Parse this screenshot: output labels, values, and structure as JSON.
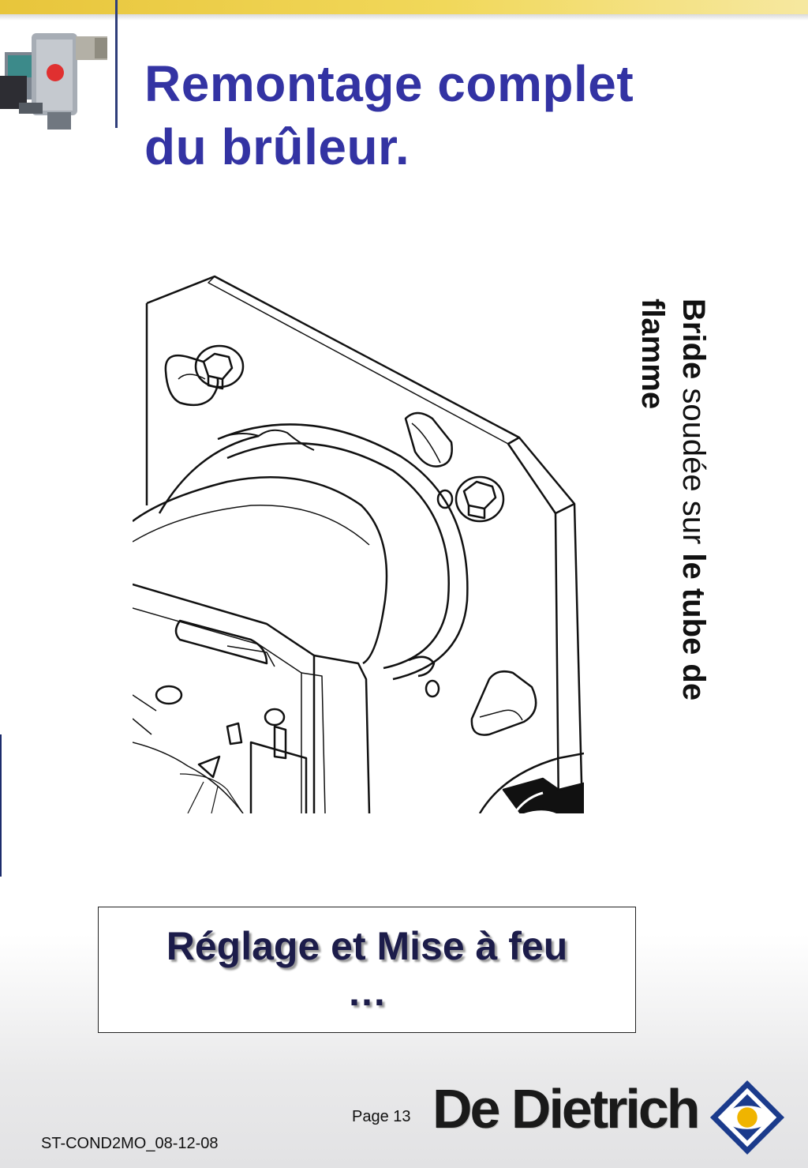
{
  "header": {
    "title_line1": "Remontage complet",
    "title_line2": "du brûleur."
  },
  "caption": {
    "part1": "Bride",
    "part2": " soudée sur ",
    "part3": "le tube de flamme"
  },
  "box": {
    "line1": "Réglage et Mise à feu",
    "line2": "…"
  },
  "footer": {
    "page": "Page 13",
    "doc_code": "ST-COND2MO_08-12-08",
    "brand": "De Dietrich"
  },
  "colors": {
    "title": "#3333a3",
    "top_bar": "#e8c53b",
    "logo_blue": "#1b3b8c",
    "logo_yellow": "#f0b400"
  }
}
